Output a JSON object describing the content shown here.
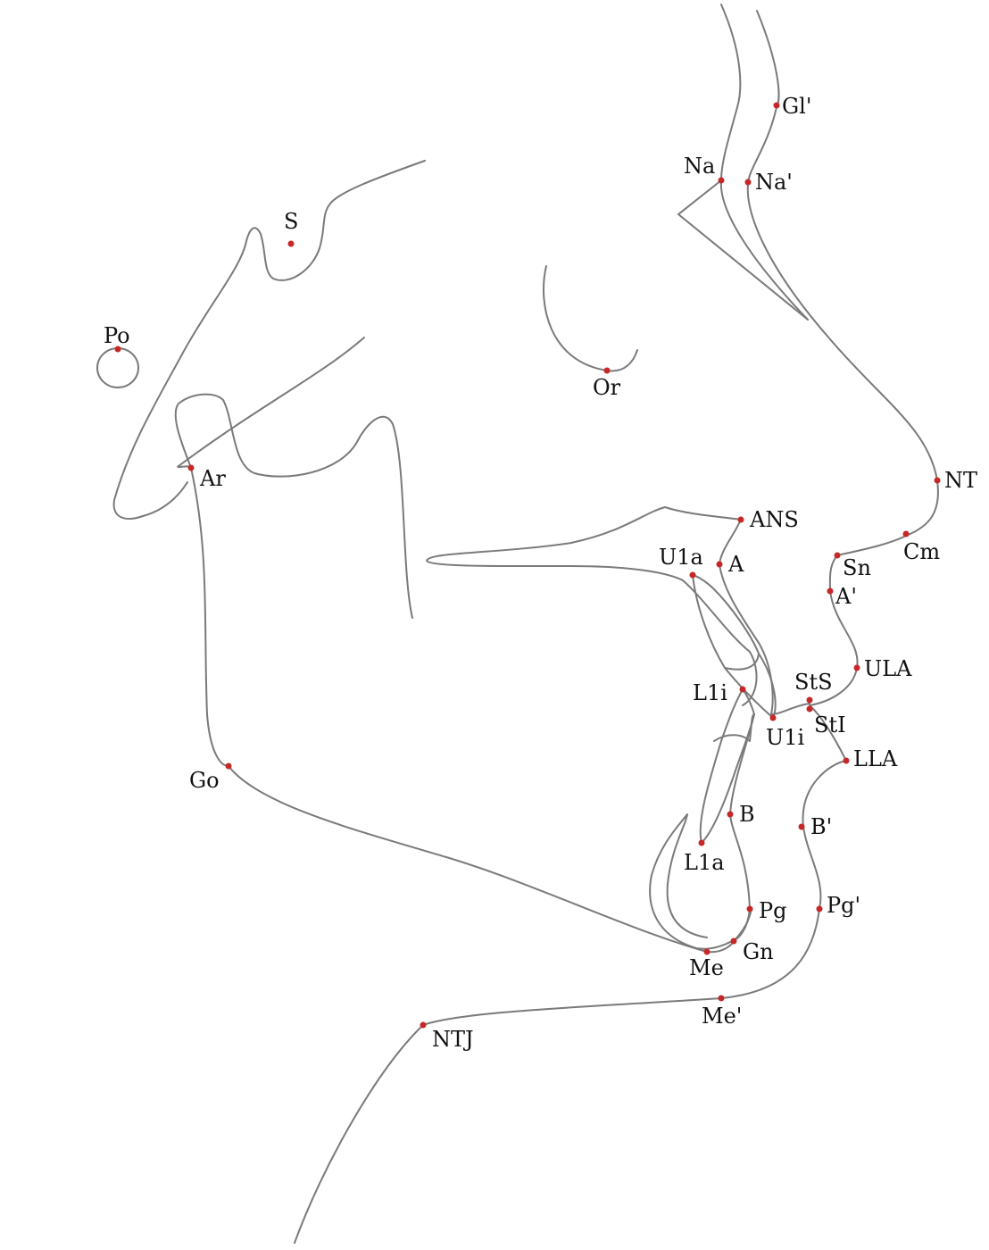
{
  "colors": {
    "outline": "#7a7a7a",
    "landmark": "#c62828",
    "label": "#111111",
    "background": "#ffffff"
  },
  "landmarks": [
    {
      "id": "gl-soft",
      "label": "Gl'"
    },
    {
      "id": "na",
      "label": "Na"
    },
    {
      "id": "na-soft",
      "label": "Na'"
    },
    {
      "id": "s",
      "label": "S"
    },
    {
      "id": "po",
      "label": "Po"
    },
    {
      "id": "or",
      "label": "Or"
    },
    {
      "id": "ar",
      "label": "Ar"
    },
    {
      "id": "nt",
      "label": "NT"
    },
    {
      "id": "ans",
      "label": "ANS"
    },
    {
      "id": "cm",
      "label": "Cm"
    },
    {
      "id": "u1a",
      "label": "U1a"
    },
    {
      "id": "a",
      "label": "A"
    },
    {
      "id": "sn",
      "label": "Sn"
    },
    {
      "id": "a-soft",
      "label": "A'"
    },
    {
      "id": "ula",
      "label": "ULA"
    },
    {
      "id": "sts",
      "label": "StS"
    },
    {
      "id": "l1i",
      "label": "L1i"
    },
    {
      "id": "sti",
      "label": "StI"
    },
    {
      "id": "u1i",
      "label": "U1i"
    },
    {
      "id": "lla",
      "label": "LLA"
    },
    {
      "id": "go",
      "label": "Go"
    },
    {
      "id": "b",
      "label": "B"
    },
    {
      "id": "b-soft",
      "label": "B'"
    },
    {
      "id": "l1a",
      "label": "L1a"
    },
    {
      "id": "pg",
      "label": "Pg"
    },
    {
      "id": "pg-soft",
      "label": "Pg'"
    },
    {
      "id": "gn",
      "label": "Gn"
    },
    {
      "id": "me",
      "label": "Me"
    },
    {
      "id": "me-soft",
      "label": "Me'"
    },
    {
      "id": "ntj",
      "label": "NTJ"
    }
  ]
}
